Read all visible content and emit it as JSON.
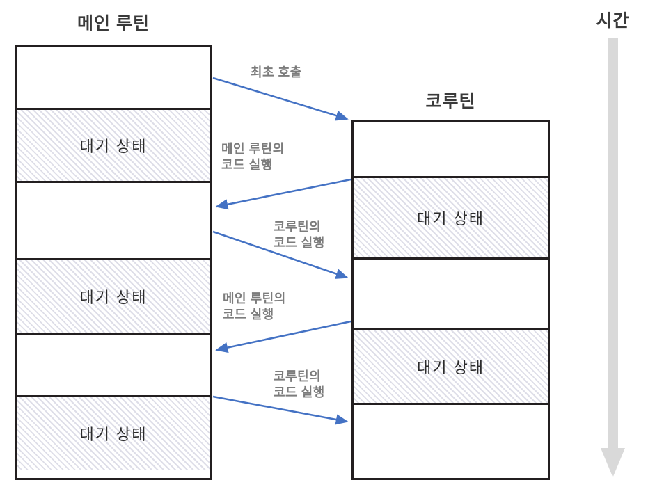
{
  "diagram": {
    "title_main": "메인 루틴",
    "title_coroutine": "코루틴",
    "title_time": "시간",
    "colors": {
      "arrow_blue": "#4472C4",
      "border_black": "#231f20",
      "hatch_gray": "#dedee8",
      "time_arrow_gray": "#d9d9d9",
      "label_gray": "#7c7c7c"
    }
  },
  "main_routine": {
    "label": "메인 루틴",
    "segments": [
      {
        "state": "running",
        "label": ""
      },
      {
        "state": "waiting",
        "label": "대기 상태"
      },
      {
        "state": "running",
        "label": ""
      },
      {
        "state": "waiting",
        "label": "대기 상태"
      },
      {
        "state": "running",
        "label": ""
      },
      {
        "state": "waiting",
        "label": "대기 상태"
      }
    ]
  },
  "coroutine": {
    "label": "코루틴",
    "segments": [
      {
        "state": "running",
        "label": ""
      },
      {
        "state": "waiting",
        "label": "대기 상태"
      },
      {
        "state": "running",
        "label": ""
      },
      {
        "state": "waiting",
        "label": "대기 상태"
      },
      {
        "state": "running",
        "label": ""
      }
    ]
  },
  "transitions": [
    {
      "id": "first-call",
      "label": "최초 호출",
      "direction": "main-to-coroutine"
    },
    {
      "id": "main-code-exec-1",
      "label": "메인 루틴의\n코드 실행",
      "direction": "coroutine-to-main"
    },
    {
      "id": "coro-code-exec-1",
      "label": "코루틴의\n코드 실행",
      "direction": "main-to-coroutine"
    },
    {
      "id": "main-code-exec-2",
      "label": "메인 루틴의\n코드 실행",
      "direction": "coroutine-to-main"
    },
    {
      "id": "coro-code-exec-2",
      "label": "코루틴의\n코드 실행",
      "direction": "main-to-coroutine"
    }
  ],
  "time_axis": {
    "label": "시간",
    "direction": "downward"
  }
}
